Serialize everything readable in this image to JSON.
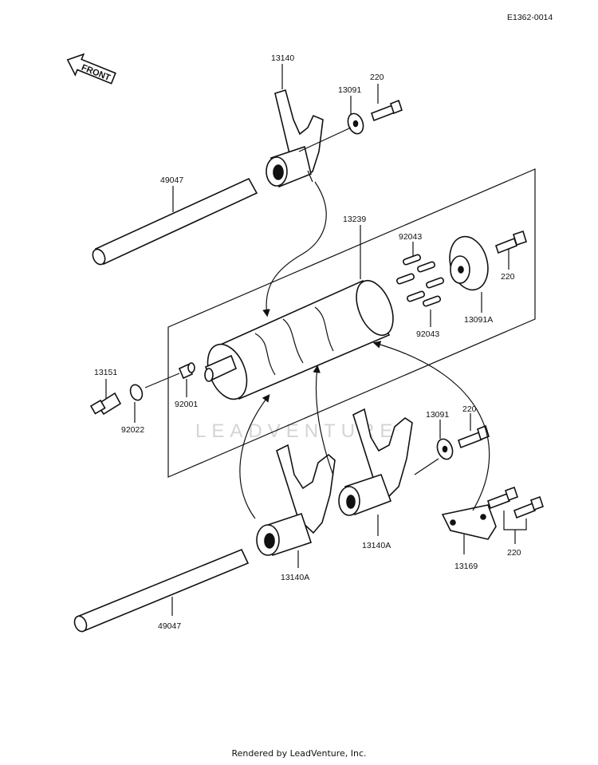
{
  "diagram_code": "E1362-0014",
  "front_badge": "FRONT",
  "watermark": "LEADVENTURE",
  "footer": "Rendered by LeadVenture, Inc.",
  "labels": {
    "fork_top": "13140",
    "washer_top": "13091",
    "bolt_top": "220",
    "shaft_top": "49047",
    "drum": "13239",
    "pins_upper": "92043",
    "pins_lower": "92043",
    "bolt_plate": "220",
    "plate": "13091A",
    "switch": "13151",
    "gasket": "92022",
    "bolt_small": "92001",
    "washer_mid": "13091",
    "bolt_mid": "220",
    "fork_left": "13140A",
    "fork_right": "13140A",
    "holder": "13169",
    "bolts_holder": "220",
    "shaft_bottom": "49047"
  }
}
